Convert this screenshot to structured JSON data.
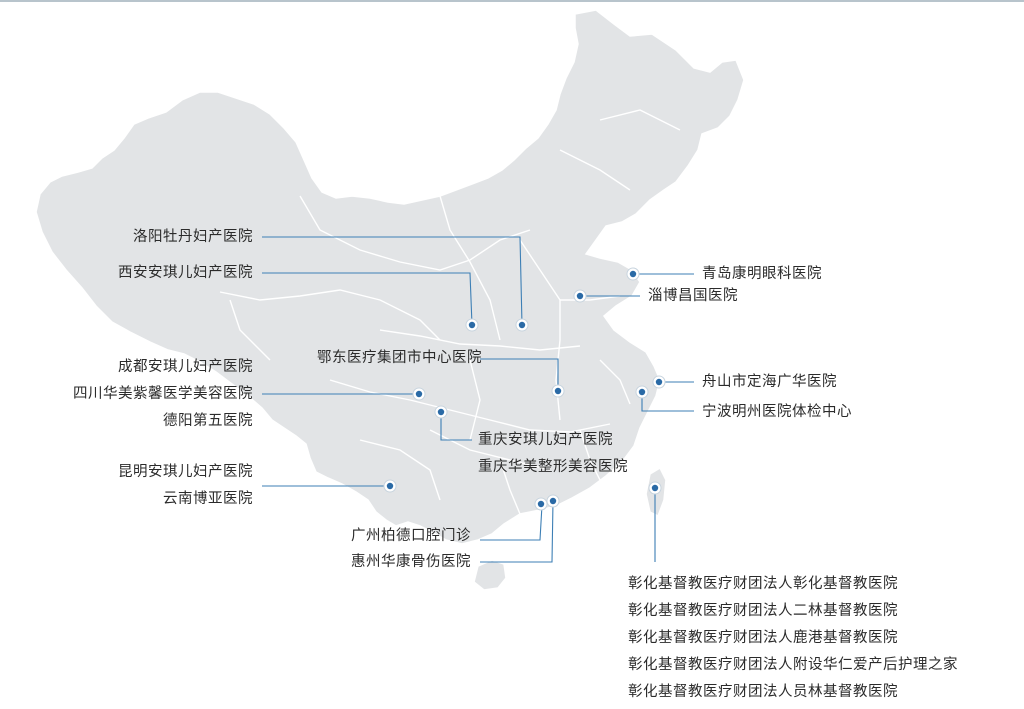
{
  "colors": {
    "land": "#e2e4e6",
    "border": "#ffffff",
    "leader": "#3d7fb5",
    "marker": "#2a6aa6",
    "text": "#2b2b2b"
  },
  "labels": {
    "luoyang": "洛阳牡丹妇产医院",
    "xian": "西安安琪儿妇产医院",
    "chengdu": "成都安琪儿妇产医院",
    "sichuan": "四川华美紫馨医学美容医院",
    "deyang": "德阳第五医院",
    "kunming": "昆明安琪儿妇产医院",
    "yunnan": "云南博亚医院",
    "edong": "鄂东医疗集团市中心医院",
    "cq_anqier": "重庆安琪儿妇产医院",
    "cq_huamei": "重庆华美整形美容医院",
    "guangzhou": "广州柏德口腔门诊",
    "huizhou": "惠州华康骨伤医院",
    "qingdao": "青岛康明眼科医院",
    "zibo": "淄博昌国医院",
    "zhoushan": "舟山市定海广华医院",
    "ningbo": "宁波明州医院体检中心",
    "tw1": "彰化基督教医疗财团法人彰化基督教医院",
    "tw2": "彰化基督教医疗财团法人二林基督教医院",
    "tw3": "彰化基督教医疗财团法人鹿港基督教医院",
    "tw4": "彰化基督教医疗财团法人附设华仁爱产后护理之家",
    "tw5": "彰化基督教医疗财团法人员林基督教医院"
  }
}
